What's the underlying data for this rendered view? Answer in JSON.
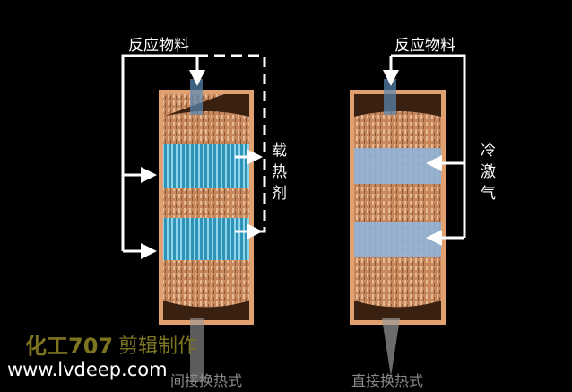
{
  "left": {
    "feed_label": "反应物料",
    "coolant_label": "载热剂",
    "caption": "间接换热式"
  },
  "right": {
    "feed_label": "反应物料",
    "quench_label": "冷激气",
    "caption": "直接换热式"
  },
  "watermark": {
    "line1": "化工707",
    "line2": "剪辑制作",
    "url": "www.lvdeep.com"
  },
  "colors": {
    "shell": "#c8875a",
    "packing": "#d9a27a",
    "blue": "#3fa6c8",
    "pale_blue": "#8fb4d8"
  }
}
